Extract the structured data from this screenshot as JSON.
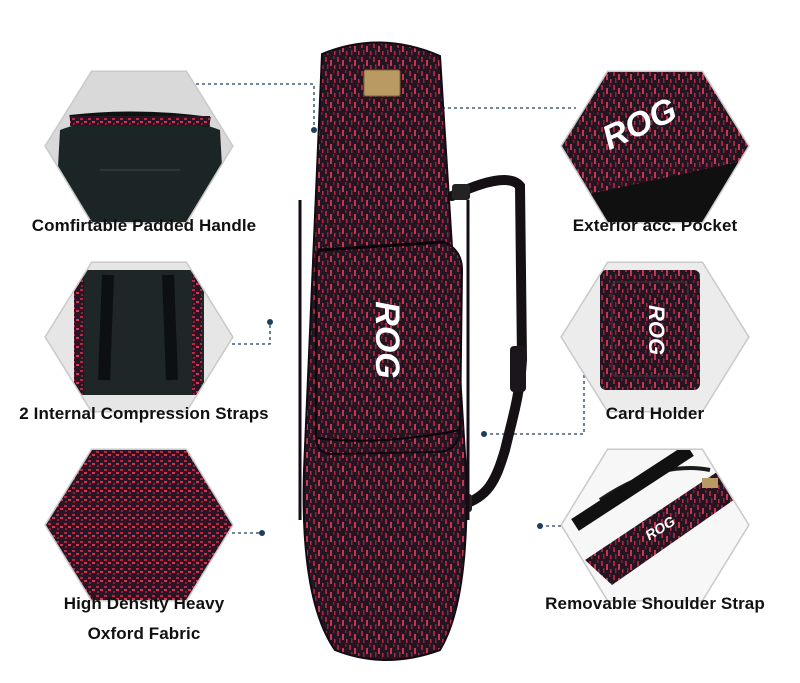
{
  "features": {
    "handle": {
      "label": "Comfirtable Padded Handle"
    },
    "straps": {
      "label": "2 Internal Compression Straps"
    },
    "fabric": {
      "label_line1": "High Density Heavy",
      "label_line2": "Oxford Fabric"
    },
    "pocket": {
      "label": "Exterior acc. Pocket"
    },
    "card": {
      "label": "Card Holder"
    },
    "shoulder": {
      "label": "Removable Shoulder Strap"
    }
  },
  "brand": {
    "logo_text": "ROG"
  },
  "colors": {
    "bag_base": "#241523",
    "bag_pattern": "#a8233a",
    "hex_border": "#c9c9c9",
    "leader_line": "#1e3e5e",
    "label_text": "#111111"
  }
}
